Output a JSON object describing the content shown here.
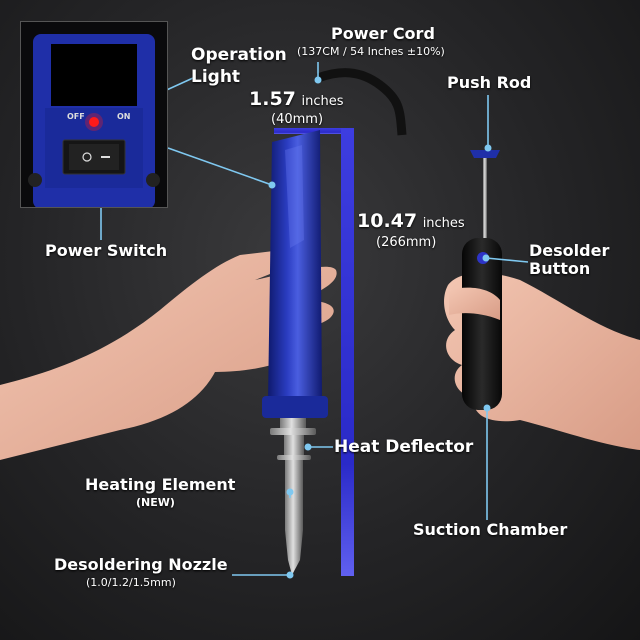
{
  "labels": {
    "power_cord": "Power Cord",
    "power_cord_spec": "(137CM / 54 Inches ±10%)",
    "operation_light_1": "Operation",
    "operation_light_2": "Light",
    "push_rod": "Push Rod",
    "width_value": "1.57",
    "width_unit": "inches",
    "width_metric": "(40mm)",
    "length_value": "10.47",
    "length_unit": "inches",
    "length_metric": "(266mm)",
    "desolder_button_1": "Desolder",
    "desolder_button_2": "Button",
    "power_switch": "Power Switch",
    "heat_deflector": "Heat Deflector",
    "heating_element": "Heating Element",
    "heating_element_note": "(NEW)",
    "suction_chamber": "Suction Chamber",
    "desoldering_nozzle": "Desoldering Nozzle",
    "nozzle_sizes": "(1.0/1.2/1.5mm)"
  },
  "switch": {
    "off": "OFF",
    "on": "ON"
  },
  "colors": {
    "accent_blue": "#2d34c8",
    "tool_blue": "#1f2fa8",
    "callout": "#7fc8f0",
    "indicator_red": "#ff1a1a"
  }
}
